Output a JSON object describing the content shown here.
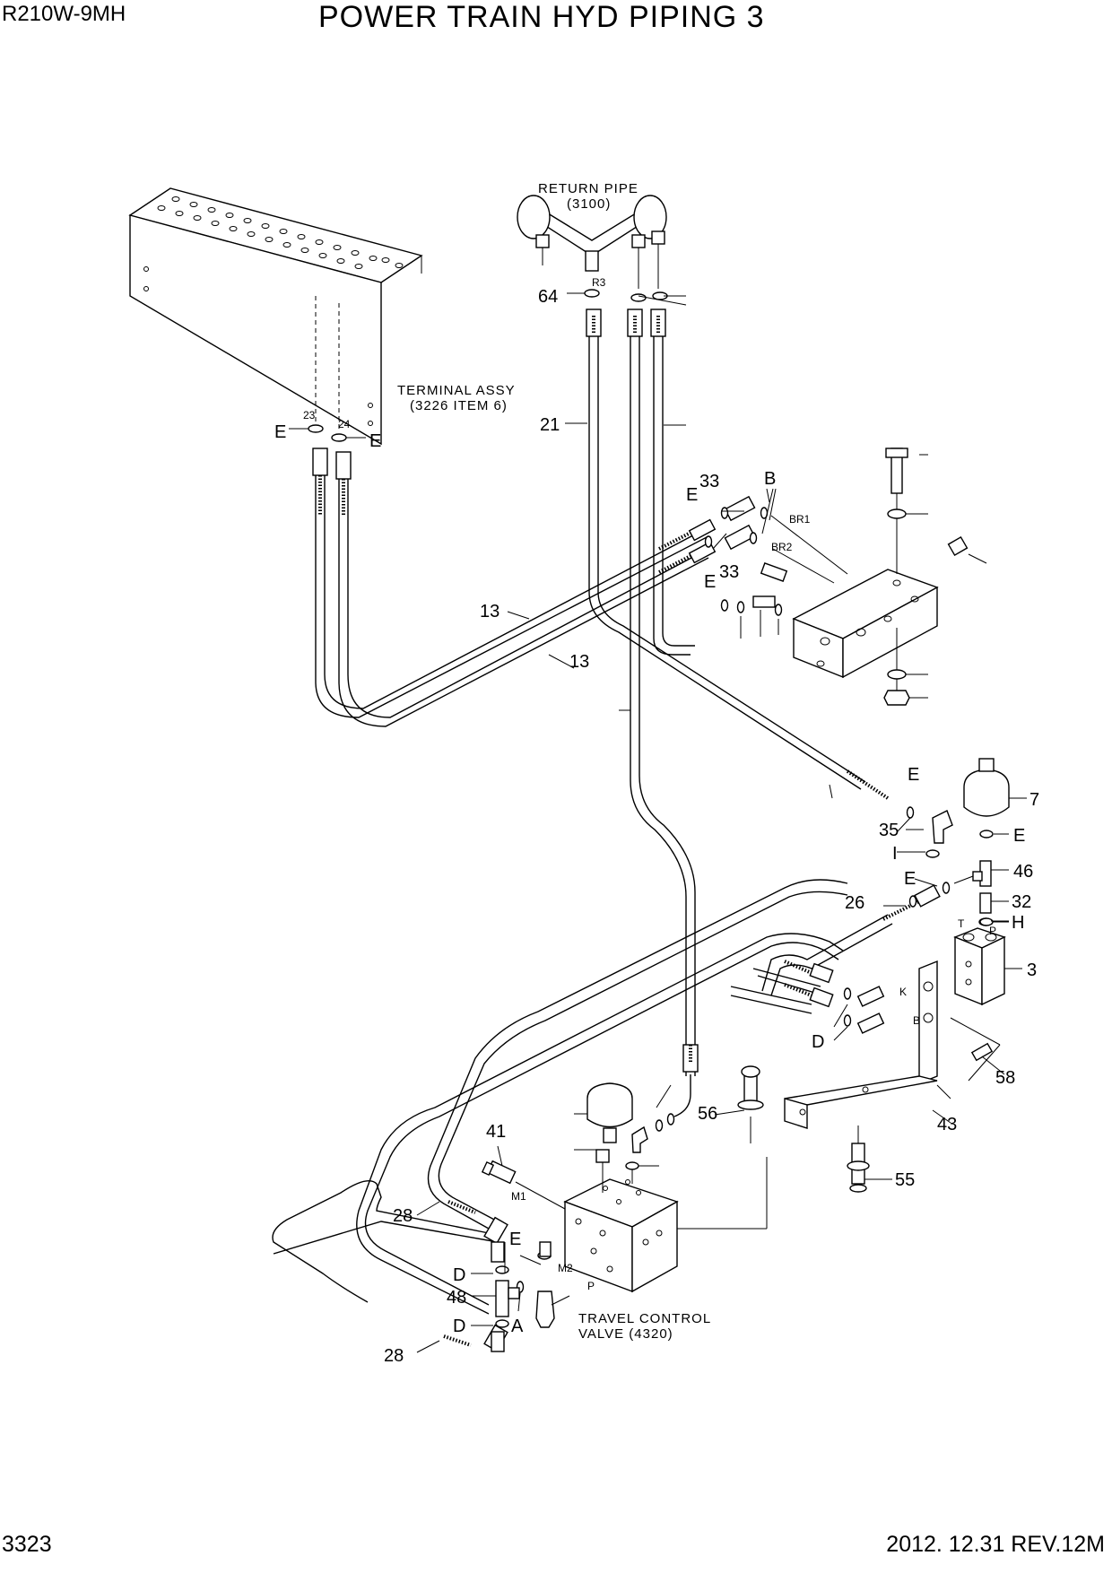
{
  "header": {
    "model": "R210W-9MH",
    "title": "POWER TRAIN HYD PIPING 3"
  },
  "footer": {
    "page_number": "3323",
    "revision": "2012. 12.31  REV.12M"
  },
  "notes": {
    "return_pipe_line1": "RETURN PIPE",
    "return_pipe_line2": "(3100)",
    "terminal_line1": "TERMINAL ASSY",
    "terminal_line2": "(3226 ITEM 6)",
    "tcv_line1": "TRAVEL CONTROL",
    "tcv_line2": "VALVE (4320)"
  },
  "port_labels": {
    "r3": "R3",
    "br1": "BR1",
    "br2": "BR2",
    "t": "T",
    "p_top": "P",
    "k": "K",
    "b": "B",
    "m1": "M1",
    "m2": "M2",
    "p_bottom": "P",
    "n23": "23",
    "n24": "24"
  },
  "callouts": {
    "c64": "64",
    "c21": "21",
    "c13a": "13",
    "c13b": "13",
    "c33a": "33",
    "c33b": "33",
    "cB": "B",
    "cE1": "E",
    "cE2": "E",
    "cE3": "E",
    "cE4": "E",
    "cE5": "E",
    "cE6": "E",
    "cE7": "E",
    "cE8": "E",
    "c7": "7",
    "c35": "35",
    "cI": "I",
    "c46": "46",
    "c26": "26",
    "c32": "32",
    "cH": "H",
    "c3": "3",
    "cD1": "D",
    "c58": "58",
    "c43": "43",
    "c56": "56",
    "c55": "55",
    "c41": "41",
    "c28a": "28",
    "cD2": "D",
    "c48": "48",
    "cD3": "D",
    "cA": "A",
    "c28b": "28"
  }
}
